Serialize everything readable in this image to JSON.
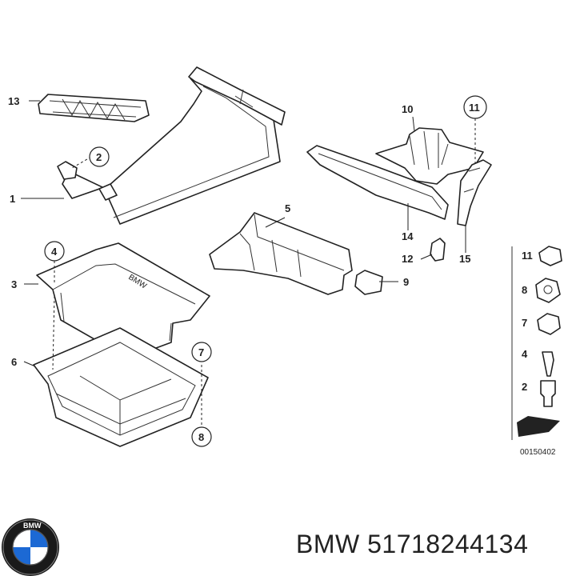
{
  "brand": {
    "logo_text": "BMW",
    "colors": {
      "blue": "#1c69d4",
      "black": "#1a1a1a",
      "white": "#ffffff"
    }
  },
  "part_number_label": "BMW 51718244134",
  "diagram_ref": "00150402",
  "callouts": {
    "c1": "1",
    "c2": "2",
    "c3": "3",
    "c4": "4",
    "c5": "5",
    "c6": "6",
    "c7": "7",
    "c8": "8",
    "c9": "9",
    "c10": "10",
    "c11": "11",
    "c12": "12",
    "c13": "13",
    "c14": "14",
    "c15": "15"
  },
  "fastener_legend": [
    "11",
    "8",
    "7",
    "4",
    "2"
  ]
}
